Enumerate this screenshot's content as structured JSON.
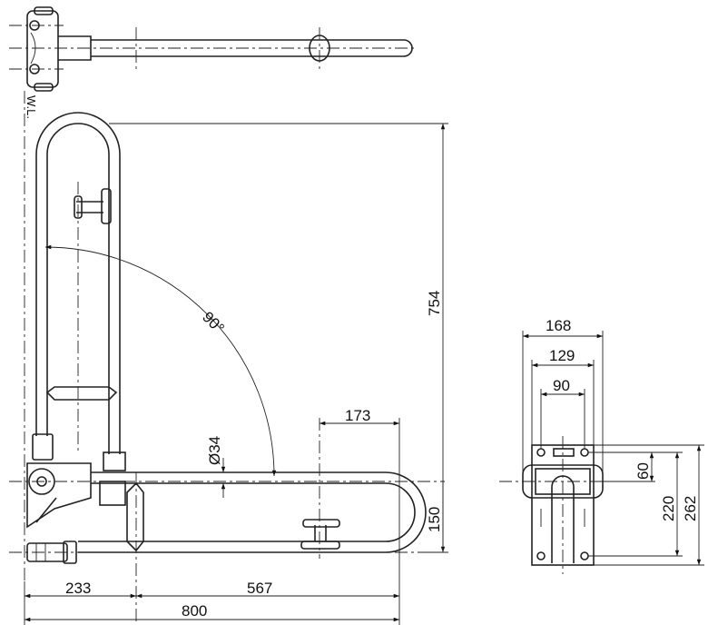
{
  "dimensions": {
    "height_total": "754",
    "angle": "90°",
    "tube_diameter": "Ø34",
    "arm_offset": "173",
    "base_height": "150",
    "wall_offset": "233",
    "arm_tip": "567",
    "total_length": "800",
    "plate_width": "168",
    "plate_hole_spacing_outer": "129",
    "plate_hole_spacing_inner": "90",
    "plate_top_offset": "60",
    "plate_hole_height": "220",
    "plate_height": "262"
  },
  "labels": {
    "water_level": "W.L."
  }
}
